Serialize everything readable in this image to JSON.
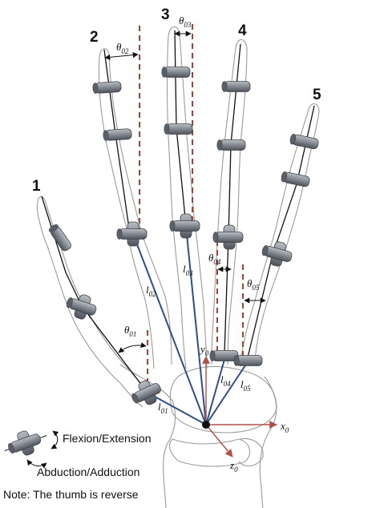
{
  "digits": [
    "1",
    "2",
    "3",
    "4",
    "5"
  ],
  "angles": {
    "theta_01": {
      "sym": "θ",
      "sub": "01"
    },
    "theta_02": {
      "sym": "θ",
      "sub": "02"
    },
    "theta_03": {
      "sym": "θ",
      "sub": "03"
    },
    "theta_04": {
      "sym": "θ",
      "sub": "04"
    },
    "theta_05": {
      "sym": "θ",
      "sub": "05"
    }
  },
  "lengths": {
    "l_01": {
      "sym": "l",
      "sub": "01"
    },
    "l_02": {
      "sym": "l",
      "sub": "02"
    },
    "l_03": {
      "sym": "l",
      "sub": "03"
    },
    "l_04": {
      "sym": "l",
      "sub": "04"
    },
    "l_05": {
      "sym": "l",
      "sub": "05"
    }
  },
  "axes": {
    "x": {
      "sym": "x",
      "sub": "0"
    },
    "y": {
      "sym": "y",
      "sub": "0"
    },
    "z": {
      "sym": "z",
      "sub": "0"
    }
  },
  "legend": {
    "flexion": "Flexion/Extension",
    "abduction": "Abduction/Adduction",
    "note": "Note: The thumb is reverse"
  },
  "colors": {
    "reference_line": "#a8403a",
    "link_line": "#2d4f86",
    "axis_arrow": "#b0504a",
    "joint": "#6f747c"
  }
}
